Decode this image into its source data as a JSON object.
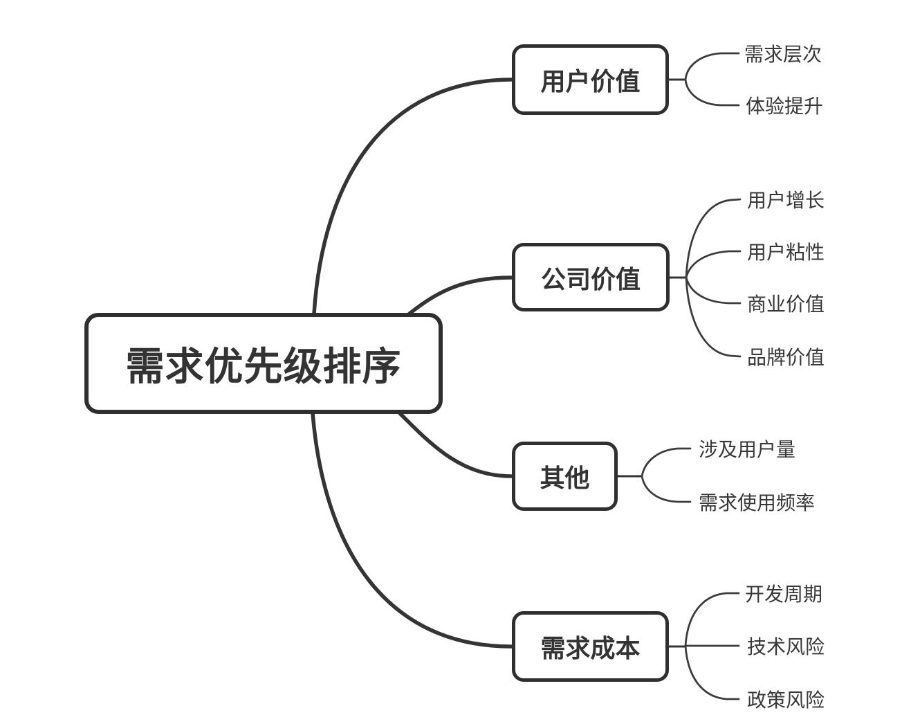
{
  "mindmap": {
    "root": {
      "label": "需求优先级排序"
    },
    "branches": [
      {
        "label": "用户价值",
        "children": [
          {
            "label": "需求层次"
          },
          {
            "label": "体验提升"
          }
        ]
      },
      {
        "label": "公司价值",
        "children": [
          {
            "label": "用户增长"
          },
          {
            "label": "用户粘性"
          },
          {
            "label": "商业价值"
          },
          {
            "label": "品牌价值"
          }
        ]
      },
      {
        "label": "其他",
        "children": [
          {
            "label": "涉及用户量"
          },
          {
            "label": "需求使用频率"
          }
        ]
      },
      {
        "label": "需求成本",
        "children": [
          {
            "label": "开发周期"
          },
          {
            "label": "技术风险"
          },
          {
            "label": "政策风险"
          }
        ]
      }
    ],
    "colors": {
      "background": "#ffffff",
      "line": "#343434",
      "node_border": "#2f2f2f",
      "text": "#333333"
    }
  }
}
